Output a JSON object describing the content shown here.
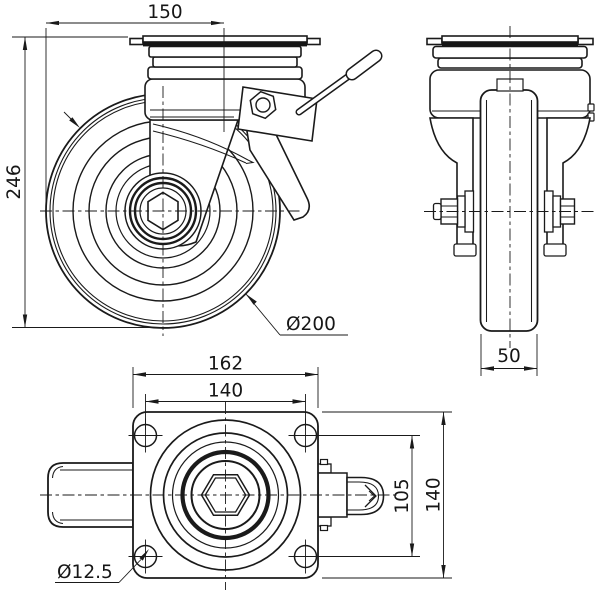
{
  "drawing": {
    "background": "#ffffff",
    "line_color": "#1a1a1a",
    "views": {
      "front": {
        "dims": {
          "swivel_radius": "150",
          "total_height": "246",
          "wheel_diameter": "Ø200"
        }
      },
      "side": {
        "dims": {
          "wheel_width": "50"
        }
      },
      "top": {
        "dims": {
          "plate_length": "162",
          "bolt_spacing_length": "140",
          "bolt_spacing_width": "105",
          "plate_width": "140",
          "bolt_hole_diameter": "Ø12.5"
        }
      }
    }
  }
}
